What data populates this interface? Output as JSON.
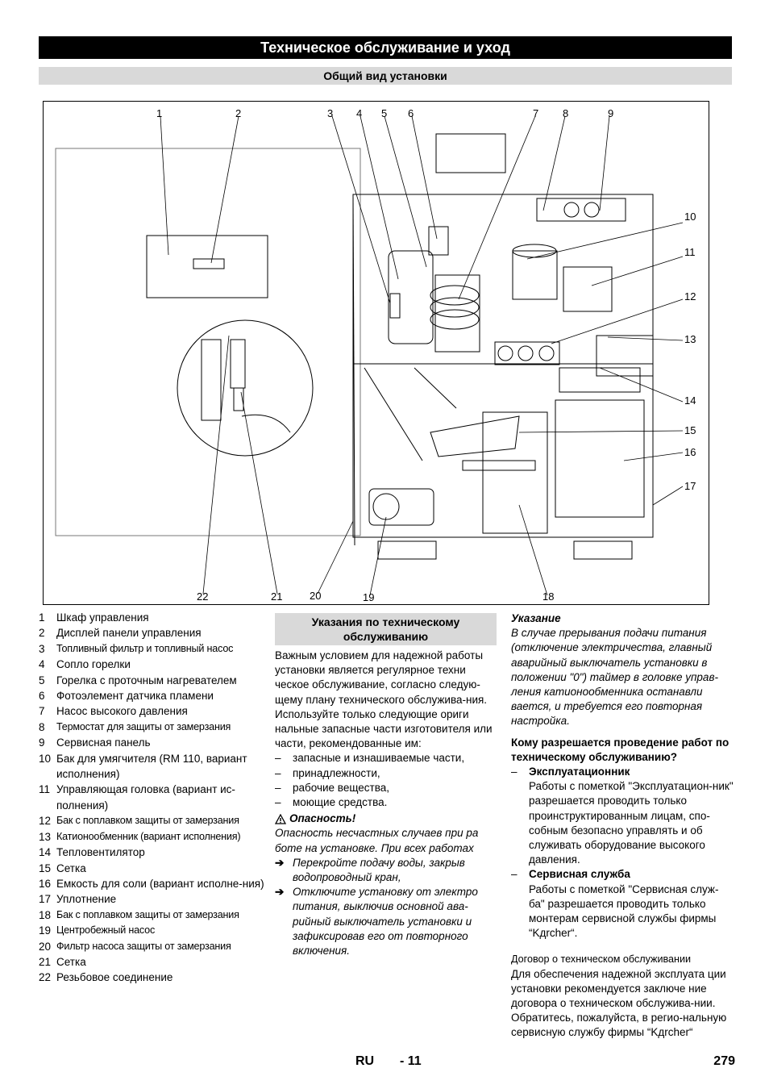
{
  "header": {
    "title": "Техническое обслуживание и уход",
    "subtitle": "Общий вид установки"
  },
  "figure": {
    "callouts_top": [
      "1",
      "2",
      "3",
      "4",
      "5",
      "6",
      "7",
      "8",
      "9"
    ],
    "callouts_right": [
      "10",
      "11",
      "12",
      "13",
      "14",
      "15",
      "16",
      "17"
    ],
    "callouts_bottom": [
      "22",
      "21",
      "20",
      "19",
      "18"
    ]
  },
  "parts": [
    {
      "num": "1",
      "text": "Шкаф управления"
    },
    {
      "num": "2",
      "text": "Дисплей панели управления"
    },
    {
      "num": "3",
      "text": "Топливный фильтр и топливный насос"
    },
    {
      "num": "4",
      "text": "Сопло горелки"
    },
    {
      "num": "5",
      "text": "Горелка с проточным нагревателем"
    },
    {
      "num": "6",
      "text": "Фотоэлемент датчика пламени"
    },
    {
      "num": "7",
      "text": "Насос высокого давления"
    },
    {
      "num": "8",
      "text": "Термостат для защиты от замерзания"
    },
    {
      "num": "9",
      "text": "Сервисная панель"
    },
    {
      "num": "10",
      "text": "Бак для умягчителя (RM 110, вариант исполнения)"
    },
    {
      "num": "11",
      "text": "Управляющая головка (вариант ис-полнения)"
    },
    {
      "num": "12",
      "text": "Бак с поплавком защиты от замерзания"
    },
    {
      "num": "13",
      "text": "Катионообменник (вариант исполнения)"
    },
    {
      "num": "14",
      "text": "Тепловентилятор"
    },
    {
      "num": "15",
      "text": "Сетка"
    },
    {
      "num": "16",
      "text": "Емкость для соли (вариант исполне-ния)"
    },
    {
      "num": "17",
      "text": "Уплотнение"
    },
    {
      "num": "18",
      "text": "Бак с поплавком защиты от замерзания"
    },
    {
      "num": "19",
      "text": "Центробежный насос"
    },
    {
      "num": "20",
      "text": "Фильтр насоса защиты от замерзания"
    },
    {
      "num": "21",
      "text": "Сетка"
    },
    {
      "num": "22",
      "text": "Резьбовое соединение"
    }
  ],
  "maintenance": {
    "heading": "Указания по техническому обслуживанию",
    "p1": "Важным условием для надежной работы установки является регулярное техни ческое обслуживание, согласно следую-щему плану технического обслужива-ния.",
    "p2": "Используйте только следующие ориги нальные запасные части изготовителя или части, рекомендованные им:",
    "items": [
      "запасные и изнашиваемые части,",
      "принадлежности,",
      "рабочие вещества,",
      "моющие средства."
    ],
    "danger_title": "Опасность!",
    "danger_text": "Опасность несчастных случаев при ра боте на установке. При всех работах",
    "steps": [
      "Перекройте подачу воды, закрыв водопроводный кран,",
      "Отключите установку от электро питания, выключив основной ава-рийный выключатель установки и зафиксировав его от повторного включения."
    ]
  },
  "note": {
    "title": "Указание",
    "text": "В случае прерывания подачи питания (отключение электричества, главный аварийный выключатель установки в положении \"0\") таймер в головке управ-ления катионообменника останавли вается, и требуется его повторная настройка."
  },
  "permission": {
    "question": "Кому разрешается проведение работ по техническому обслуживанию?",
    "operator_label": "Эксплуатационник",
    "operator_text": "Работы с пометкой \"Эксплуатацион-ник\" разрешается проводить только проинструктированным лицам, спо-собным безопасно управлять и об служивать оборудование высокого давления.",
    "service_label": "Сервисная служба",
    "service_text": "Работы с пометкой \"Сервисная служ-ба\" разрешается проводить только монтерам сервисной службы фирмы “Kдrcher“."
  },
  "contract": {
    "title": "Договор о техническом обслуживании",
    "text": "Для обеспечения надежной эксплуата ции установки рекомендуется заключе ние договора о техническом обслужива-нии. Обратитесь, пожалуйста, в регио-нальную сервисную службу фирмы “Kдrcher“"
  },
  "footer": {
    "lang": "RU",
    "page_local": "- 11",
    "page_global": "279"
  }
}
